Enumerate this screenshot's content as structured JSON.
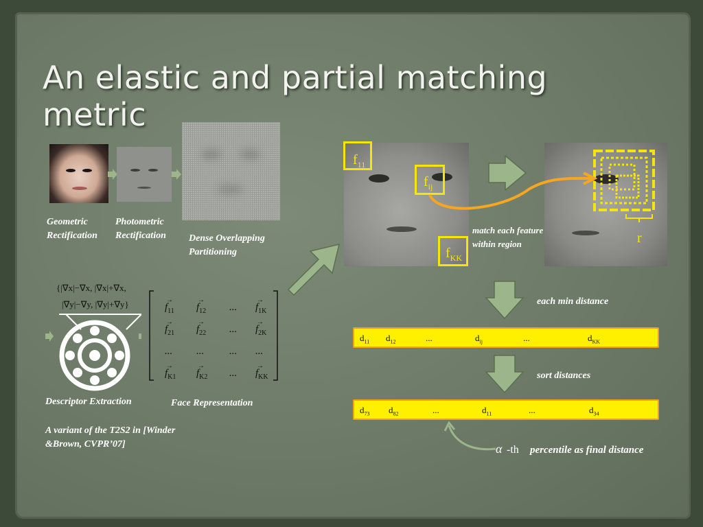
{
  "title": "An elastic and partial matching metric",
  "left_pipeline": {
    "geometric_caption": "Geometric Rectification",
    "photometric_caption": "Photometric Rectification",
    "dense_caption": "Dense Overlapping Partitioning",
    "descriptor_caption": "Descriptor Extraction",
    "face_rep_caption": "Face Representation",
    "variant_note": "A variant of the T2S2 in [Winder &Brown, CVPR’07]",
    "descriptor_formula_line1": "{|∇x|−∇x, |∇x|+∇x,",
    "descriptor_formula_line2": "|∇y|−∇y, |∇y|+∇y}",
    "matrix": [
      [
        "f11",
        "f12",
        "...",
        "f1K"
      ],
      [
        "f21",
        "f22",
        "...",
        "f2K"
      ],
      [
        "...",
        "...",
        "...",
        "..."
      ],
      [
        "fK1",
        "fK2",
        "...",
        "fKK"
      ]
    ]
  },
  "right_pipeline": {
    "feature_labels": {
      "f11": "f",
      "f11_sub": "11",
      "fij": "f",
      "fij_sub": "ij",
      "fKK": "f",
      "fKK_sub": "KK"
    },
    "match_caption": "match each feature within region",
    "radius_label": "r",
    "min_distance_caption": "each min distance",
    "sort_caption": "sort distances",
    "percentile_alpha": "α",
    "percentile_th": "-th",
    "percentile_caption": "percentile as final distance",
    "bar1": [
      {
        "t": "d",
        "s": "11"
      },
      {
        "t": "d",
        "s": "12"
      },
      {
        "t": "...",
        "s": ""
      },
      {
        "t": "d",
        "s": "ij"
      },
      {
        "t": "...",
        "s": ""
      },
      {
        "t": "d",
        "s": "KK"
      }
    ],
    "bar2": [
      {
        "t": "d",
        "s": "73"
      },
      {
        "t": "d",
        "s": "82"
      },
      {
        "t": "...",
        "s": ""
      },
      {
        "t": "d",
        "s": "11"
      },
      {
        "t": "...",
        "s": ""
      },
      {
        "t": "d",
        "s": "34"
      }
    ]
  },
  "colors": {
    "accent_yellow": "#f5e50a",
    "arrow_green": "#9db58a",
    "bar_fill": "#fff000",
    "bar_border": "#f0a020",
    "curve_orange": "#f5a623"
  }
}
